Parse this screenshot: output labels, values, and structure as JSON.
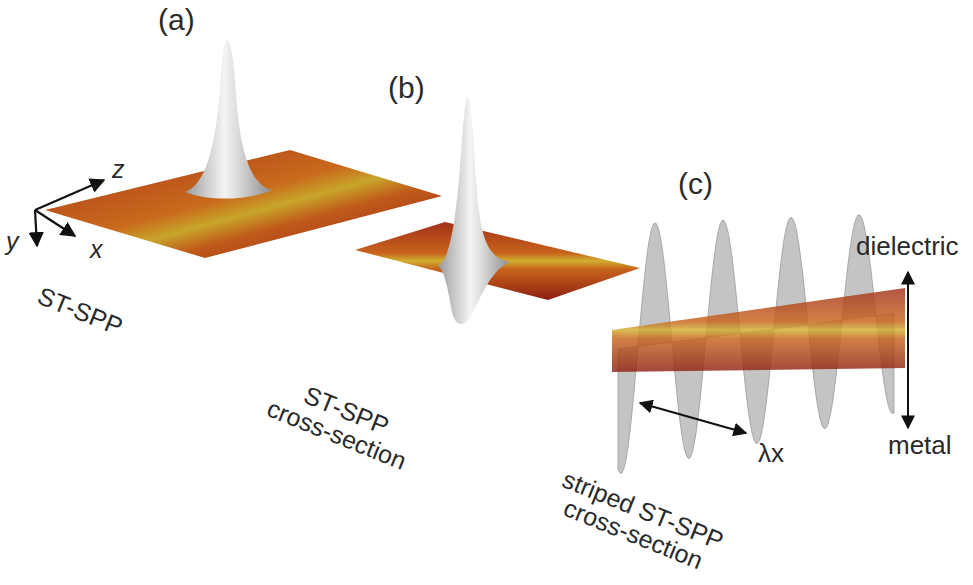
{
  "diagram": {
    "labels": [
      "(a)",
      "(b)",
      "(c)",
      "z",
      "y",
      "x",
      "ST-SPP",
      "ST-SPP cross-section",
      "striped ST-SPP cross-section",
      "dielectric",
      "metal",
      "λx"
    ]
  }
}
